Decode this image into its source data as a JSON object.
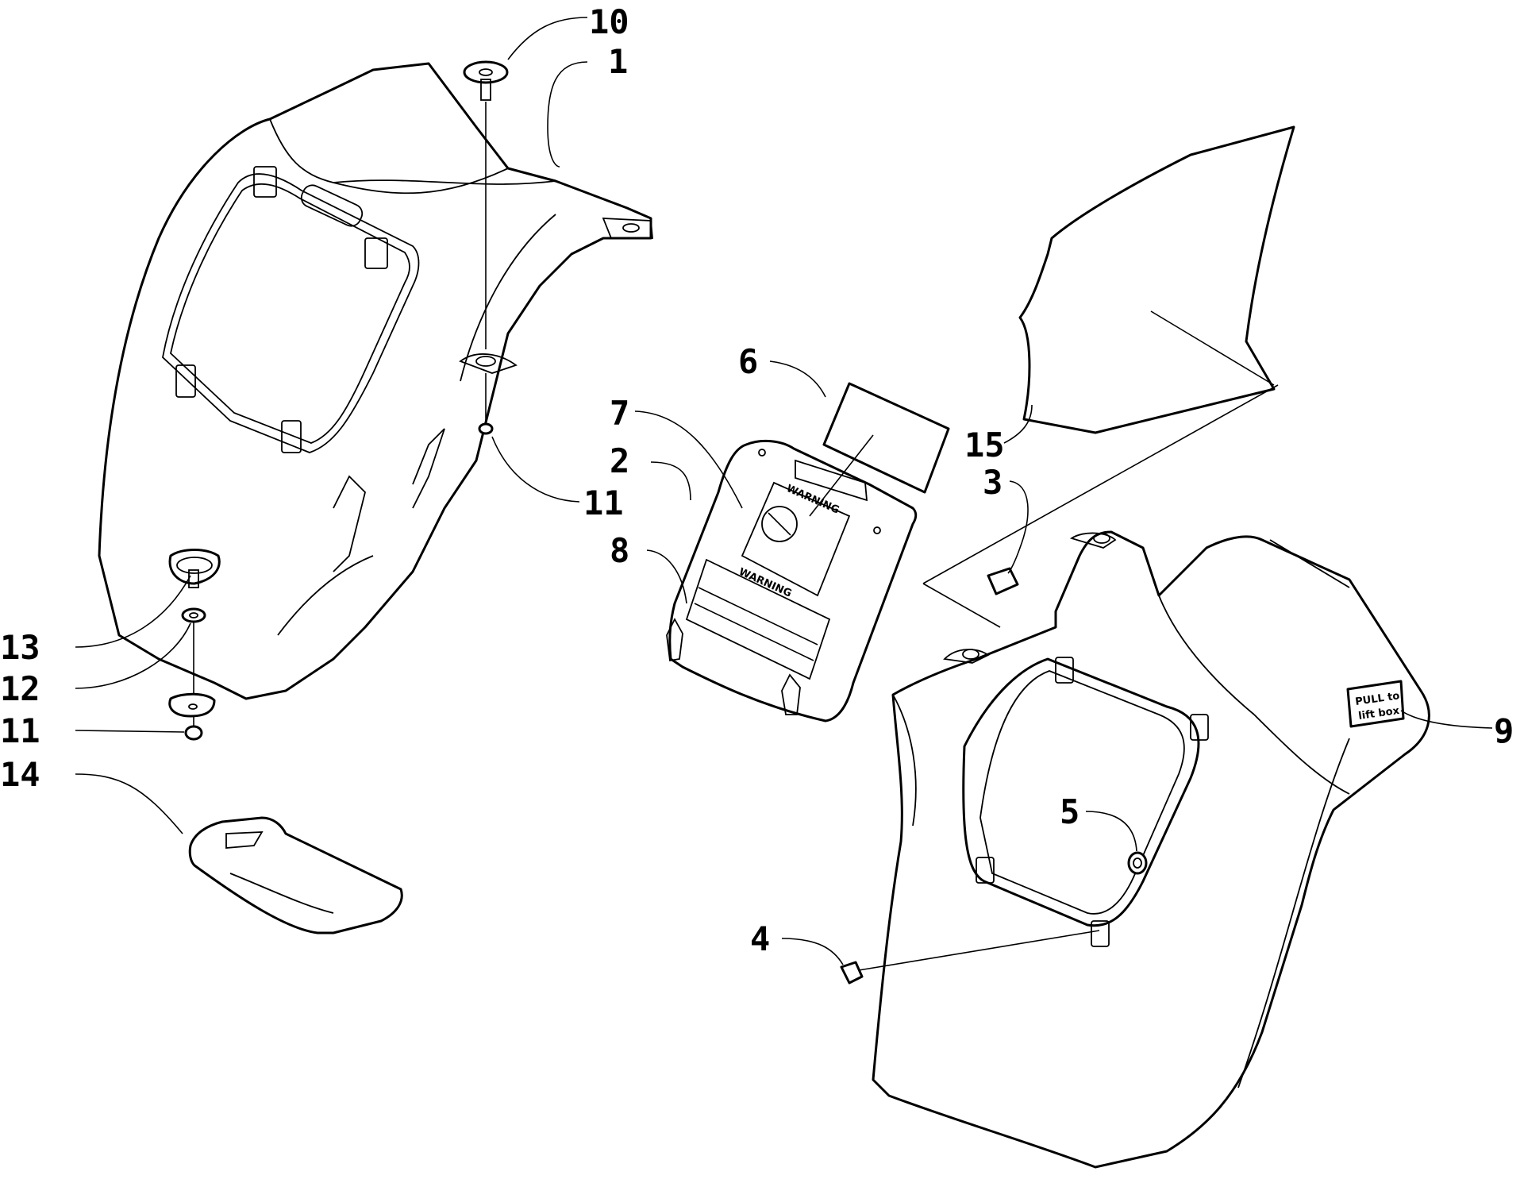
{
  "callouts": {
    "c1": "1",
    "c2": "2",
    "c3": "3",
    "c4": "4",
    "c5": "5",
    "c6": "6",
    "c7": "7",
    "c8": "8",
    "c9": "9",
    "c10": "10",
    "c11a": "11",
    "c11b": "11",
    "c12": "12",
    "c13": "13",
    "c14": "14",
    "c15": "15"
  },
  "decals": {
    "warning_top": "WARNING",
    "warning_bottom": "WARNING",
    "pull_line1": "PULL to",
    "pull_line2": "lift box"
  }
}
